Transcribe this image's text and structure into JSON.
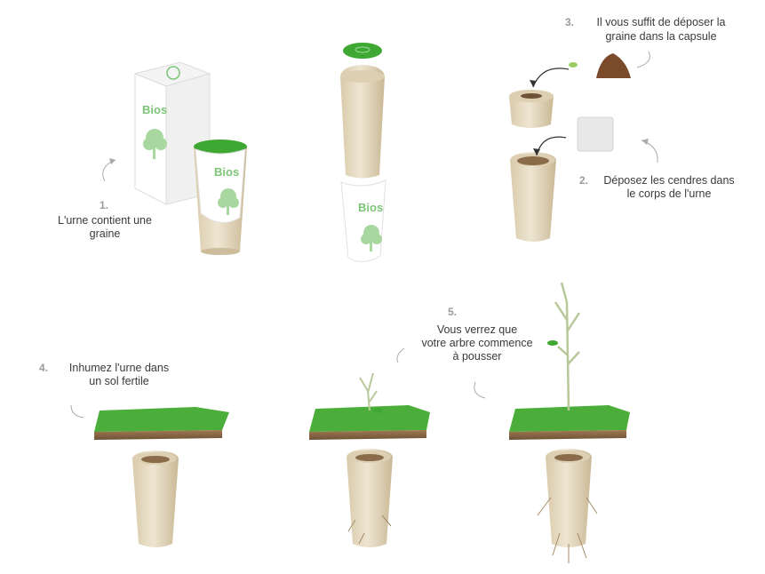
{
  "steps": [
    {
      "number": "1.",
      "line1": "L'urne contient une",
      "line2": "graine"
    },
    {
      "number": "2.",
      "line1": "Déposez les cendres dans",
      "line2": "le corps de l'urne"
    },
    {
      "number": "3.",
      "line1": "Il vous suffit de déposer la",
      "line2": "graine dans la capsule"
    },
    {
      "number": "4.",
      "line1": "Inhumez l'urne dans",
      "line2": "un sol fertile"
    },
    {
      "number": "5.",
      "line1": "Vous verrez que",
      "line2": "votre arbre commence",
      "line3": "à pousser"
    }
  ],
  "brand": {
    "box_text": "Bios",
    "sleeve_text": "Bios"
  },
  "colors": {
    "urn": "#e7dcc6",
    "urn_shade": "#cdbd9d",
    "grass": "#4cae3a",
    "soil": "#8a6b4a",
    "brand_green": "#7cc576",
    "label": "#3a3a3a",
    "number": "#9a9a9a"
  }
}
